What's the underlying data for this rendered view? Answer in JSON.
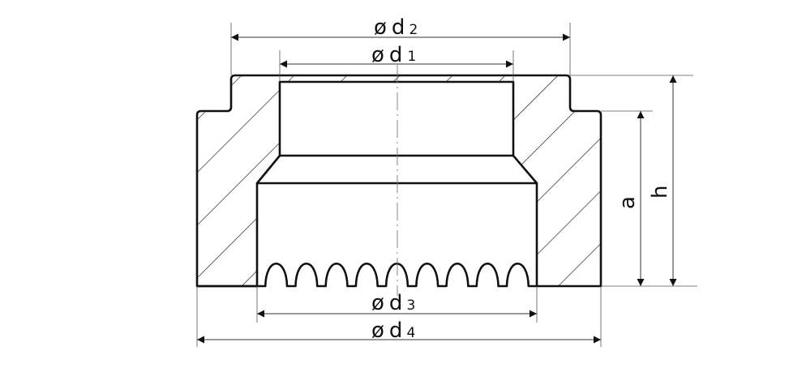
{
  "diagram": {
    "type": "cross-section technical drawing",
    "dimensions": {
      "d2": {
        "symbol": "ø",
        "letter": "d",
        "index": "2"
      },
      "d1": {
        "symbol": "ø",
        "letter": "d",
        "index": "1"
      },
      "d3": {
        "symbol": "ø",
        "letter": "d",
        "index": "3"
      },
      "d4": {
        "symbol": "ø",
        "letter": "d",
        "index": "4"
      },
      "a": "a",
      "h": "h"
    },
    "teeth_count": 9
  }
}
